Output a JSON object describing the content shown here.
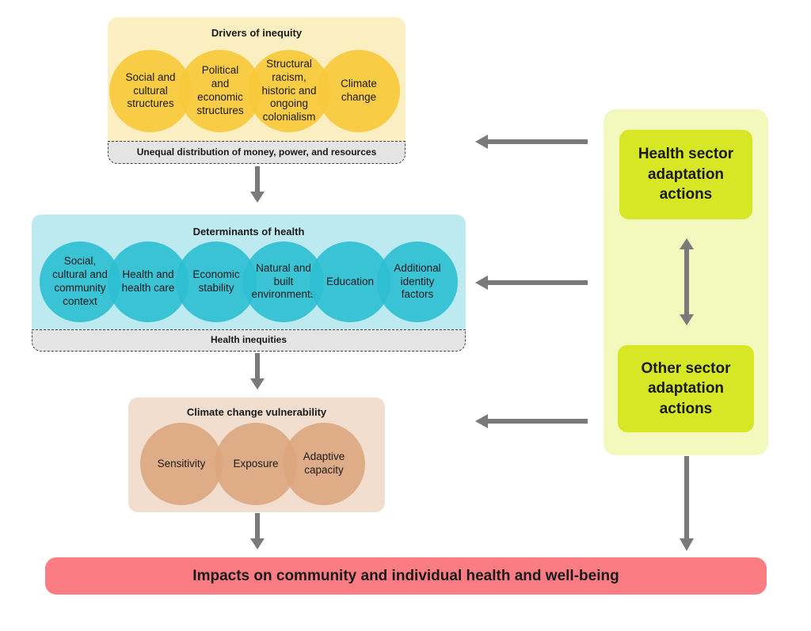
{
  "drivers": {
    "title": "Drivers of inequity",
    "circles": [
      "Social and cultural structures",
      "Political and economic structures",
      "Structural racism, historic and ongoing colonialism",
      "Climate change"
    ],
    "bar": "Unequal distribution of money, power, and resources"
  },
  "determinants": {
    "title": "Determinants of health",
    "circles": [
      "Social, cultural and community context",
      "Health and health care",
      "Economic stability",
      "Natural and built environments",
      "Education",
      "Additional identity factors"
    ],
    "bar": "Health inequities"
  },
  "vulnerability": {
    "title": "Climate change vulnerability",
    "circles": [
      "Sensitivity",
      "Exposure",
      "Adaptive capacity"
    ]
  },
  "actions": {
    "health": "Health sector adaptation actions",
    "other": "Other sector adaptation actions"
  },
  "impact": "Impacts on community and individual health and well-being",
  "colors": {
    "drivers_panel": "#fbeec0",
    "drivers_circle": "#f9c93c",
    "determinants_panel": "#bde9f0",
    "determinants_circle": "#2fbfd3",
    "vulnerability_panel": "#f1dece",
    "vulnerability_circle": "#dca67e",
    "actions_panel": "#f3f8bd",
    "action_box": "#d7e625",
    "impact": "#fb7c82",
    "arrow": "#7a7a7a"
  }
}
